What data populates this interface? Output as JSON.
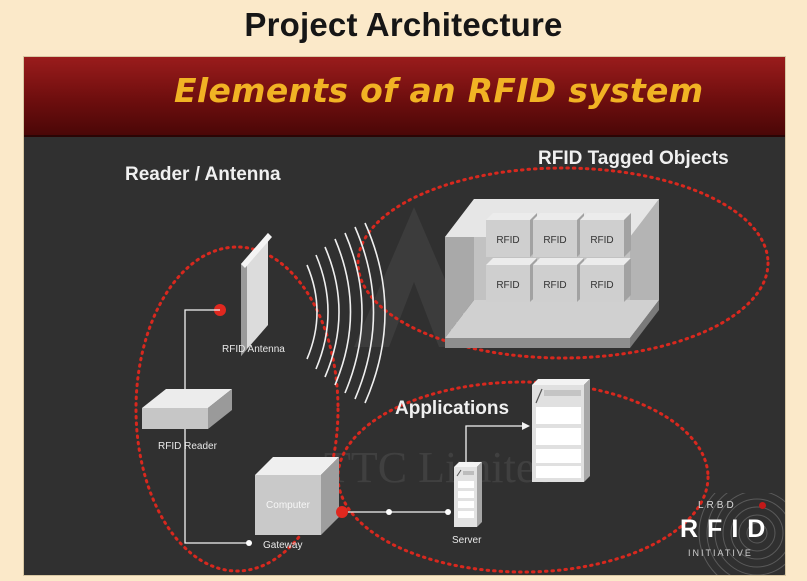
{
  "header": {
    "title": "Project Architecture"
  },
  "slide": {
    "banner_title": "Elements of an RFID system",
    "watermark": "TTC Limited"
  },
  "sections": {
    "reader_antenna": "Reader / Antenna",
    "tagged_objects": "RFID Tagged Objects",
    "applications": "Applications"
  },
  "components": {
    "antenna": "RFID Antenna",
    "reader": "RFID Reader",
    "computer": "Computer",
    "gateway": "Gateway",
    "server": "Server"
  },
  "tags": [
    "RFID",
    "RFID",
    "RFID",
    "RFID",
    "RFID",
    "RFID"
  ],
  "logo": {
    "top": "LRBD",
    "middle": "RFID",
    "bottom": "INITIATIVE"
  },
  "colors": {
    "accent_red": "#d8281e",
    "banner": "#7a1010",
    "banner_text": "#f1b324",
    "slide_bg": "#303030",
    "page_bg": "#fbe9c9"
  }
}
